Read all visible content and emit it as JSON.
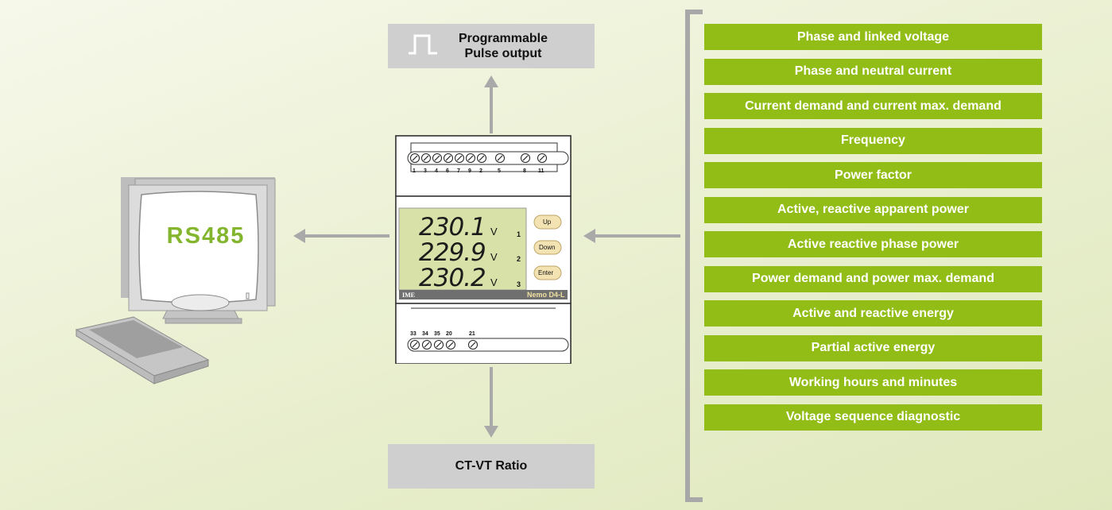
{
  "features": [
    "Phase and linked voltage",
    "Phase and neutral current",
    "Current demand and current max. demand",
    "Frequency",
    "Power factor",
    "Active, reactive apparent power",
    "Active reactive phase power",
    "Power demand and power max. demand",
    "Active and reactive energy",
    "Partial active energy",
    "Working hours and minutes",
    "Voltage sequence diagnostic"
  ],
  "pulse_output": {
    "line1": "Programmable",
    "line2": "Pulse output"
  },
  "ct_vt_ratio": "CT-VT Ratio",
  "computer": {
    "label": "RS485"
  },
  "device": {
    "top_terminals": [
      "1",
      "3",
      "4",
      "6",
      "7",
      "9",
      "2",
      "5",
      "8",
      "11"
    ],
    "bottom_terminals": [
      "33",
      "34",
      "35",
      "20",
      "21"
    ],
    "readings": [
      {
        "value": "230.1",
        "unit": "V",
        "phase": "1"
      },
      {
        "value": "229.9",
        "unit": "V",
        "phase": "2"
      },
      {
        "value": "230.2",
        "unit": "V",
        "phase": "3"
      }
    ],
    "buttons": [
      "Up",
      "Down",
      "Enter"
    ],
    "brand": "IME",
    "model": "Nemo D4-L"
  }
}
